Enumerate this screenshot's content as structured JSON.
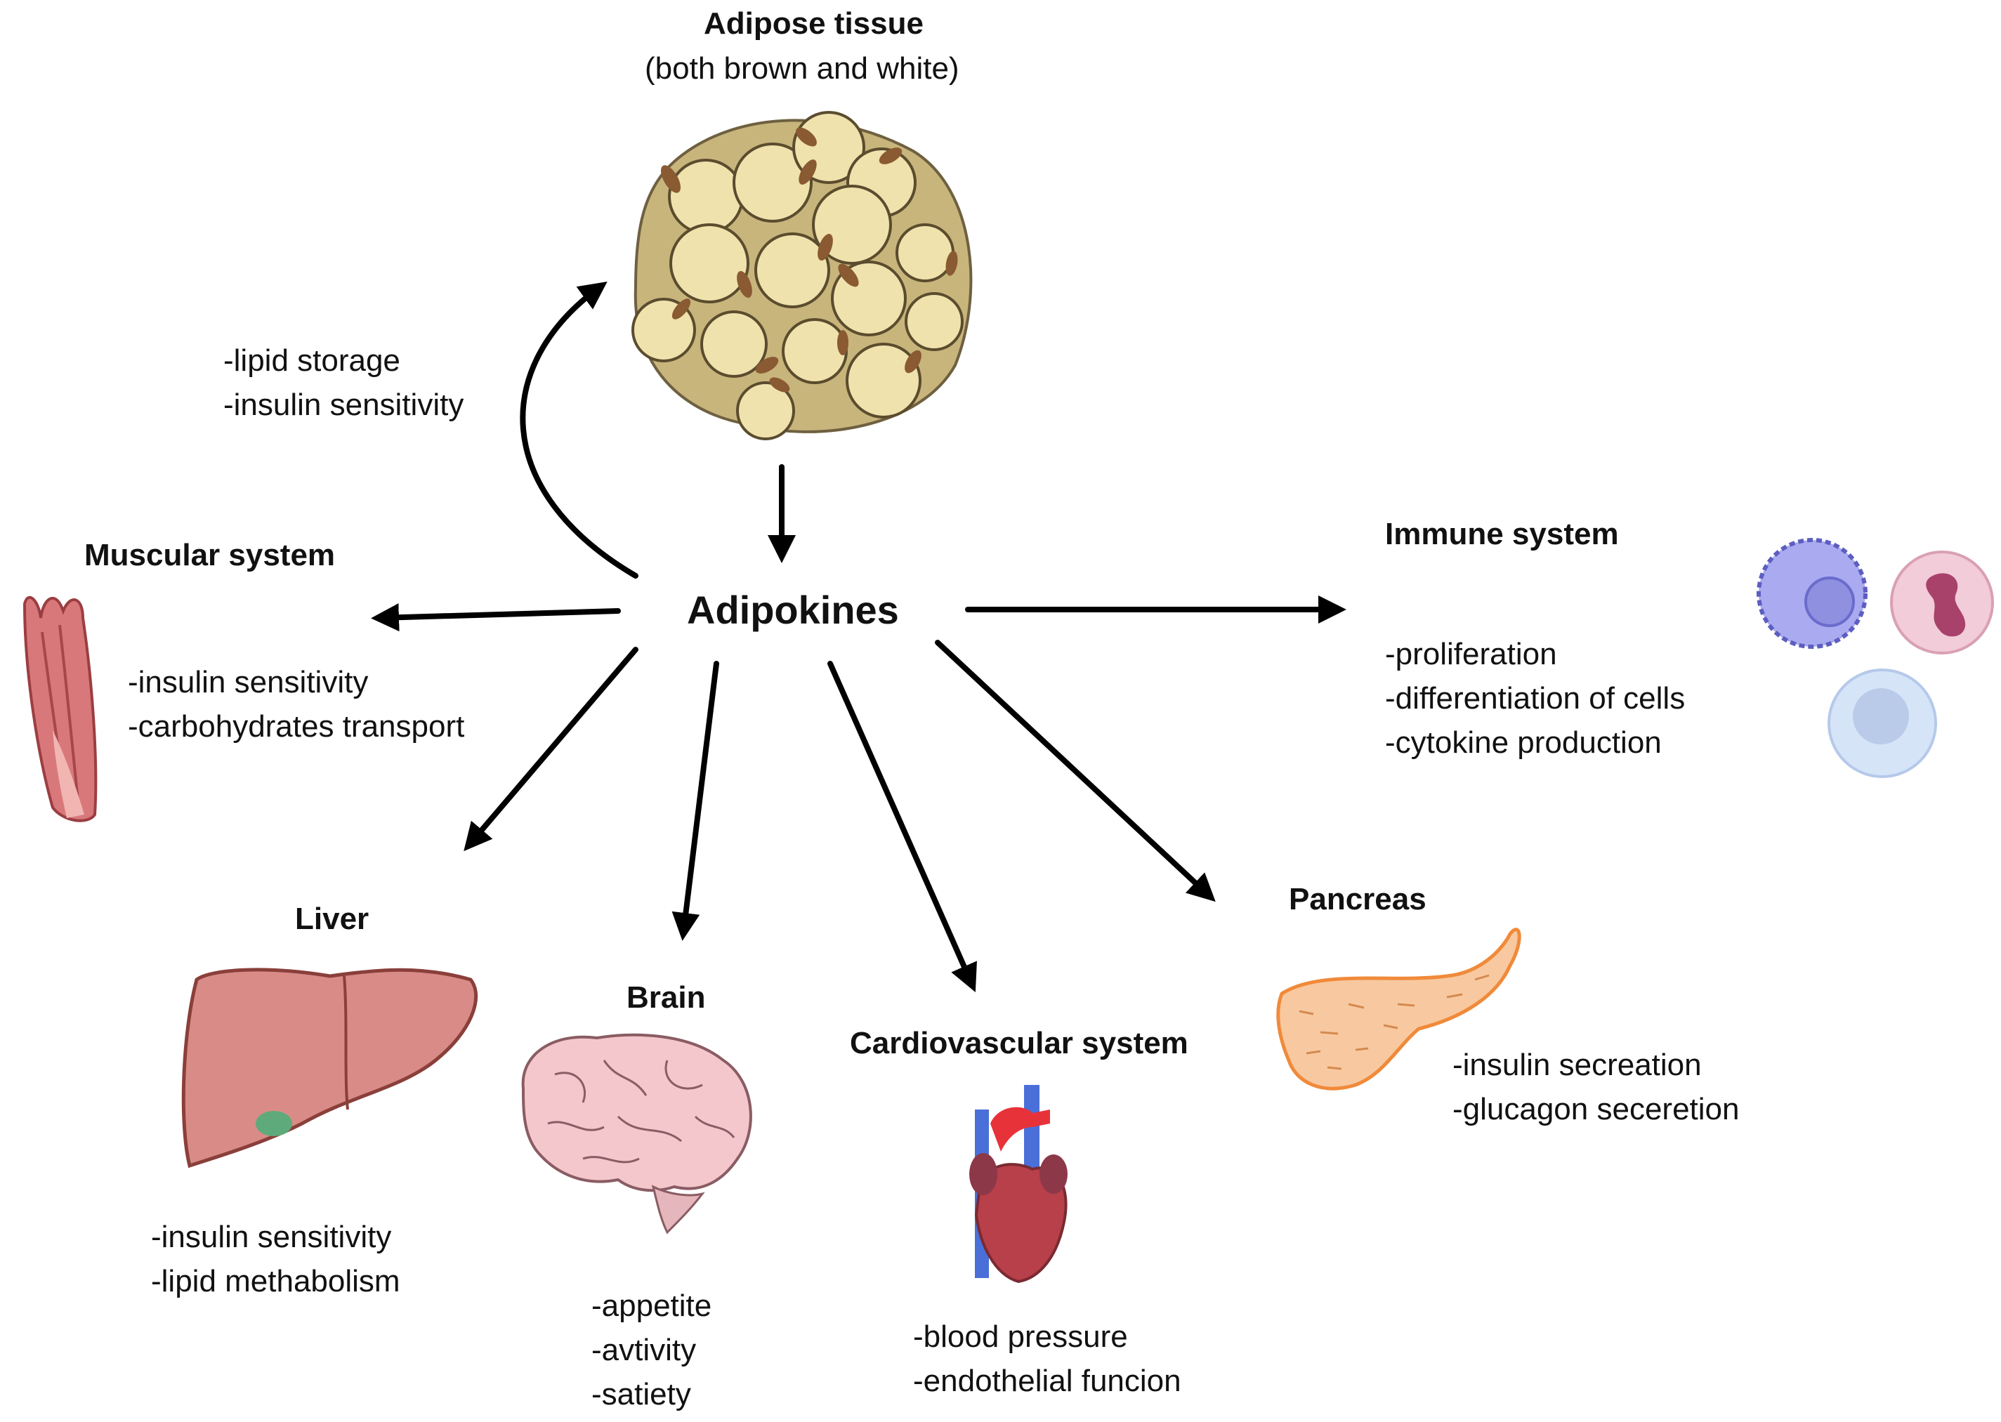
{
  "hub": {
    "label": "Adipokines"
  },
  "adipose": {
    "title": "Adipose tissue",
    "subtitle": "(both brown and white)",
    "effects": [
      "-lipid storage",
      "-insulin sensitivity"
    ]
  },
  "muscular": {
    "title": "Muscular system",
    "effects": [
      "-insulin sensitivity",
      "-carbohydrates transport"
    ]
  },
  "immune": {
    "title": "Immune system",
    "effects": [
      "-proliferation",
      "-differentiation of cells",
      "-cytokine production"
    ]
  },
  "liver": {
    "title": "Liver",
    "effects": [
      "-insulin sensitivity",
      "-lipid methabolism"
    ]
  },
  "brain": {
    "title": "Brain",
    "effects": [
      "-appetite",
      "-avtivity",
      "-satiety"
    ]
  },
  "cardio": {
    "title": "Cardiovascular system",
    "effects": [
      "-blood pressure",
      "-endothelial funcion"
    ]
  },
  "pancreas": {
    "title": "Pancreas",
    "effects": [
      "-insulin secreation",
      "-glucagon seceretion"
    ]
  },
  "colors": {
    "arrow": "#000000",
    "fat_cell": "#efe2ad",
    "fat_matrix": "#c8b57c",
    "fat_nucleus": "#8a5a32",
    "muscle": "#d9787a",
    "liver": "#d98c87",
    "gallbladder": "#5faa7a",
    "brain": "#f3c7cc",
    "heart": "#b8404a",
    "vein": "#4a6fd8",
    "artery": "#e8323a",
    "pancreas": "#f5a66a",
    "lymphocyte": "#9b9ce8",
    "neutrophil": "#eec6d3",
    "monocyte": "#cfe0f6"
  },
  "icons": [
    "adipose-tissue-icon",
    "muscle-icon",
    "immune-cells-icon",
    "liver-icon",
    "brain-icon",
    "heart-icon",
    "pancreas-icon"
  ]
}
